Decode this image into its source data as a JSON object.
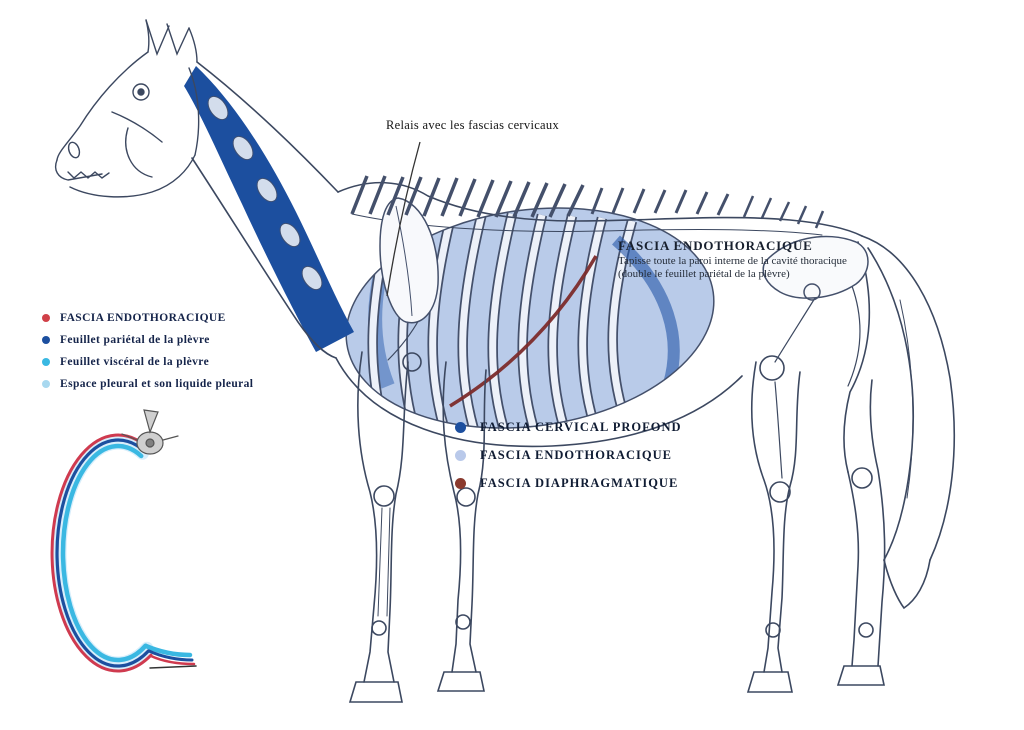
{
  "figure": {
    "relais_label": "Relais avec les fascias cervicaux",
    "annotation": {
      "title": "FASCIA ENDOTHORACIQUE",
      "line1": "Tapisse toute la paroi interne de la cavité thoracique",
      "line2": "(double le feuillet pariétal de la plèvre)"
    }
  },
  "legend_left": {
    "items": [
      {
        "label": "FASCIA ENDOTHORACIQUE",
        "color": "#d04048"
      },
      {
        "label": "Feuillet pariétal de la plèvre",
        "color": "#1c4f9f"
      },
      {
        "label": "Feuillet viscéral de la plèvre",
        "color": "#3ab8e2"
      },
      {
        "label": "Espace pleural et son liquide pleural",
        "color": "#a8d8ef"
      }
    ]
  },
  "legend_center": {
    "items": [
      {
        "label": "FASCIA CERVICAL PROFOND",
        "color": "#1c4f9f"
      },
      {
        "label": "FASCIA ENDOTHORACIQUE",
        "color": "#b9c9ea"
      },
      {
        "label": "FASCIA DIAPHRAGMATIQUE",
        "color": "#8a3a2e"
      }
    ]
  },
  "colors": {
    "cervical_fascia": "#1c4f9f",
    "endothoracic_fascia": "#b9cbe9",
    "diaphragm": "#7c2b2b",
    "outline": "#3c4860"
  }
}
